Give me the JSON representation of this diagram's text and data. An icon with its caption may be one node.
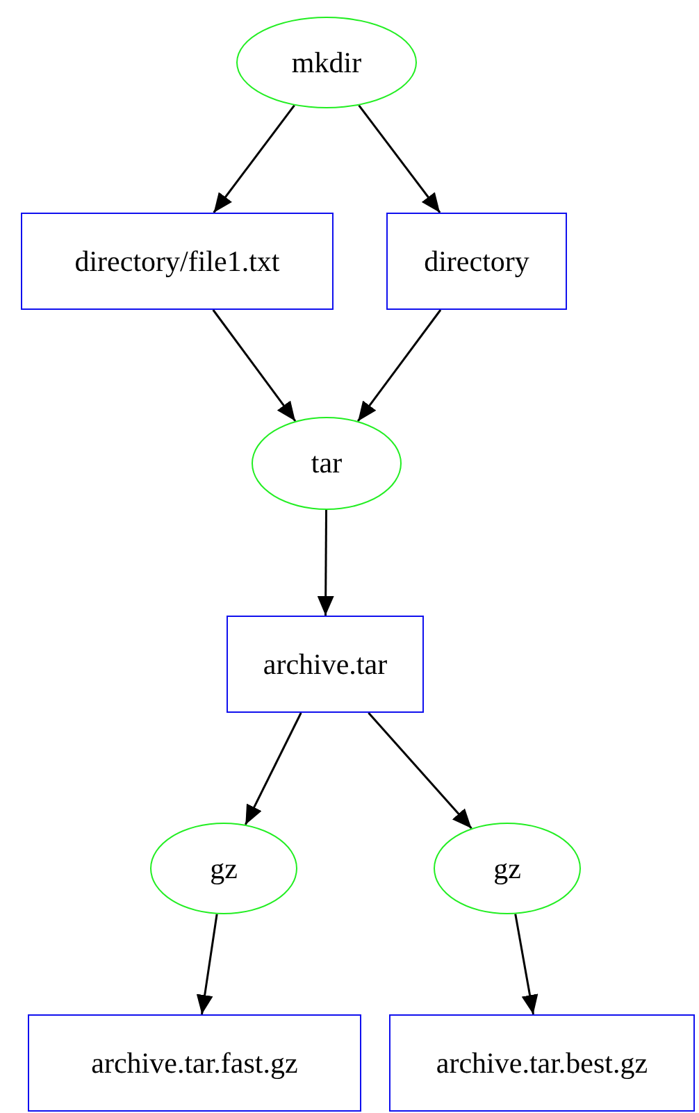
{
  "diagram": {
    "nodes": [
      {
        "text": [
          "mkdir"
        ]
      },
      {
        "text": [
          "directory/file1.txt"
        ]
      },
      {
        "text": [
          "directory"
        ]
      },
      {
        "text": [
          "tar"
        ]
      },
      {
        "text": [
          "archive.tar"
        ]
      },
      {
        "text": [
          "gz"
        ]
      },
      {
        "text": [
          "gz"
        ]
      },
      {
        "text": [
          "archive.tar.fast.gz"
        ]
      },
      {
        "text": [
          "archive.tar.best.gz"
        ]
      }
    ],
    "edges": [
      {
        "from": 0,
        "to": 1,
        "arrow": "to"
      },
      {
        "from": 0,
        "to": 2,
        "arrow": "to"
      },
      {
        "from": 1,
        "to": 3,
        "arrow": "to"
      },
      {
        "from": 2,
        "to": 3,
        "arrow": "to"
      },
      {
        "from": 3,
        "to": 4,
        "arrow": "to"
      },
      {
        "from": 4,
        "to": 5,
        "arrow": "to"
      },
      {
        "from": 4,
        "to": 6,
        "arrow": "to"
      },
      {
        "from": 5,
        "to": 7,
        "arrow": "to"
      },
      {
        "from": 6,
        "to": 8,
        "arrow": "to"
      }
    ]
  }
}
